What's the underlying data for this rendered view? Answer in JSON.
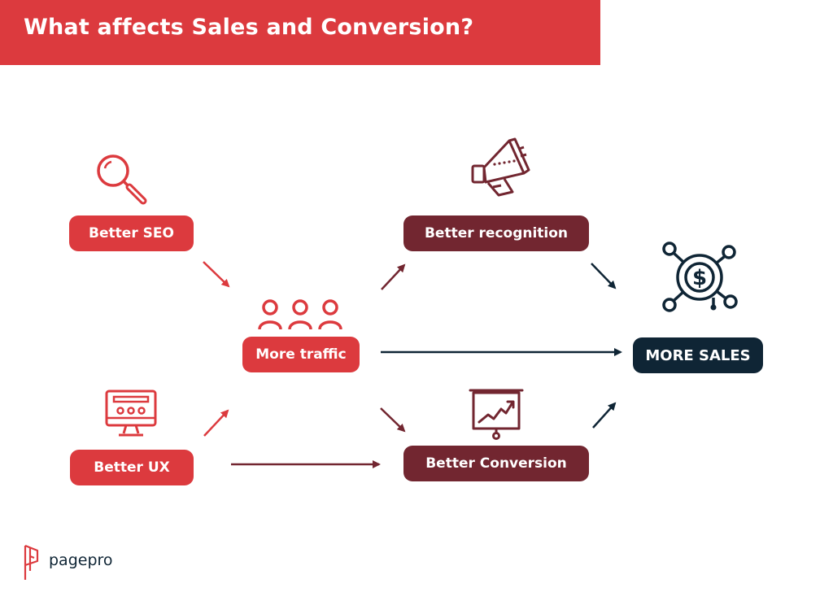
{
  "header": {
    "title": "What affects Sales and Conversion?"
  },
  "nodes": {
    "seo": "Better SEO",
    "ux": "Better UX",
    "traffic": "More traffic",
    "recognition": "Better recognition",
    "conversion": "Better Conversion",
    "sales": "MORE SALES"
  },
  "icons": {
    "seo": "magnifier-icon",
    "ux": "monitor-icon",
    "traffic": "people-icon",
    "recognition": "megaphone-icon",
    "conversion": "presentation-chart-icon",
    "sales": "dollar-network-icon"
  },
  "brand": {
    "name": "pagepro"
  },
  "colors": {
    "red": "#dc3a3e",
    "maroon": "#722630",
    "navy": "#0f2535"
  }
}
